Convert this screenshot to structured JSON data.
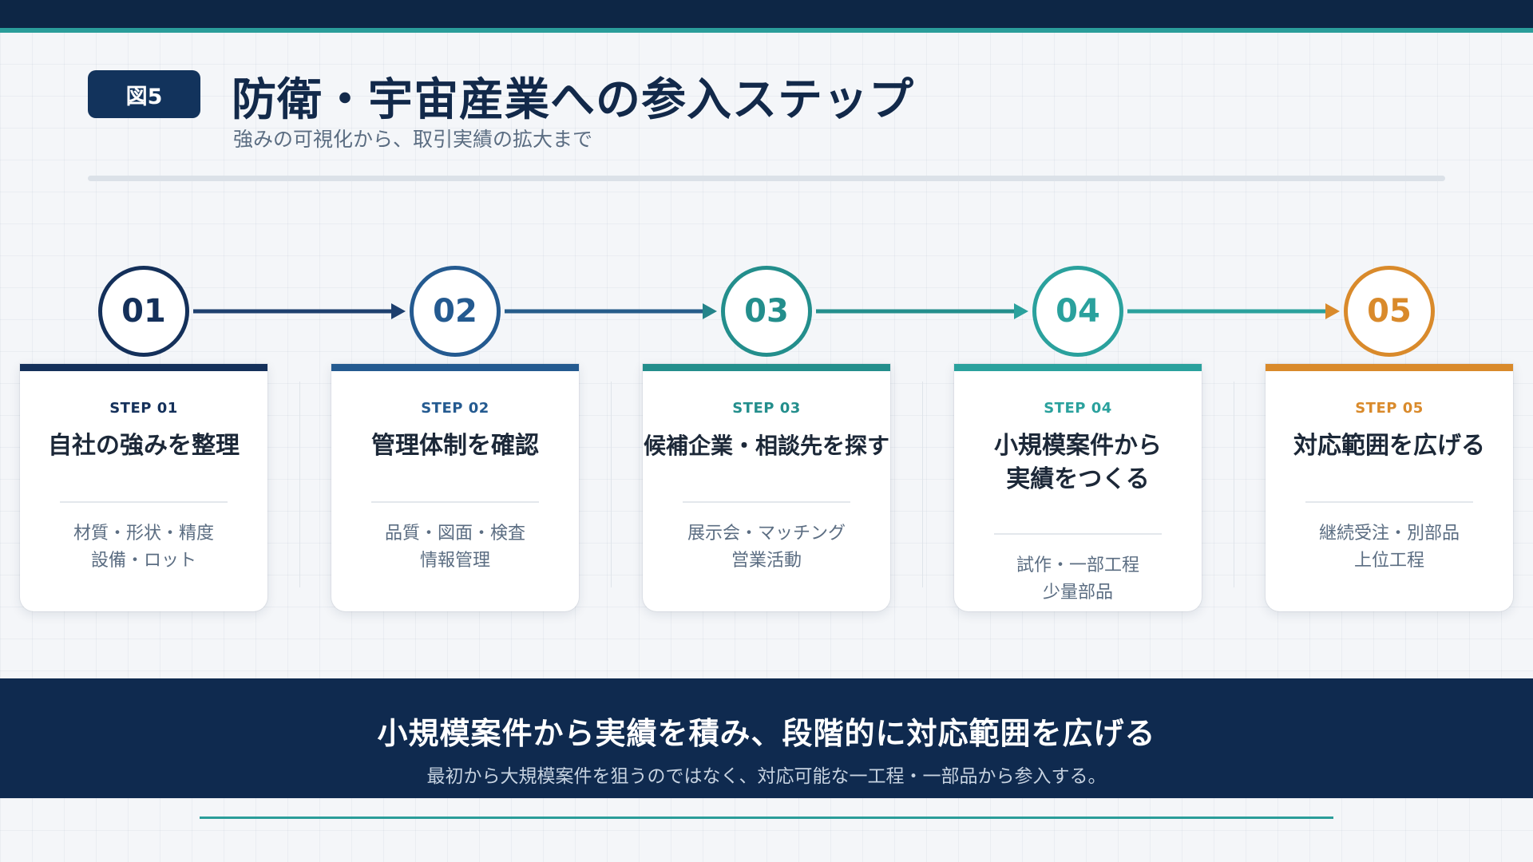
{
  "header": {
    "badge": "図5",
    "title": "防衛・宇宙産業への参入ステップ",
    "subtitle": "強みの可視化から、取引実績の拡大まで"
  },
  "steps": [
    {
      "number": "01",
      "step_label": "STEP 01",
      "title": "自社の強みを整理",
      "desc": "材質・形状・精度\n設備・ロット",
      "color": "#14305a"
    },
    {
      "number": "02",
      "step_label": "STEP 02",
      "title": "管理体制を確認",
      "desc": "品質・図面・検査\n情報管理",
      "color": "#245a90"
    },
    {
      "number": "03",
      "step_label": "STEP 03",
      "title": "候補企業・相談先を探す",
      "desc": "展示会・マッチング\n営業活動",
      "color": "#238e8c"
    },
    {
      "number": "04",
      "step_label": "STEP 04",
      "title": "小規模案件から\n実績をつくる",
      "desc": "試作・一部工程\n少量部品",
      "color": "#2aa19d"
    },
    {
      "number": "05",
      "step_label": "STEP 05",
      "title": "対応範囲を広げる",
      "desc": "継続受注・別部品\n上位工程",
      "color": "#d98a2b"
    }
  ],
  "banner": {
    "title": "小規模案件から実績を積み、段階的に対応範囲を広げる",
    "subtitle": "最初から大規模案件を狙うのではなく、対応可能な一工程・一部品から参入する。"
  }
}
